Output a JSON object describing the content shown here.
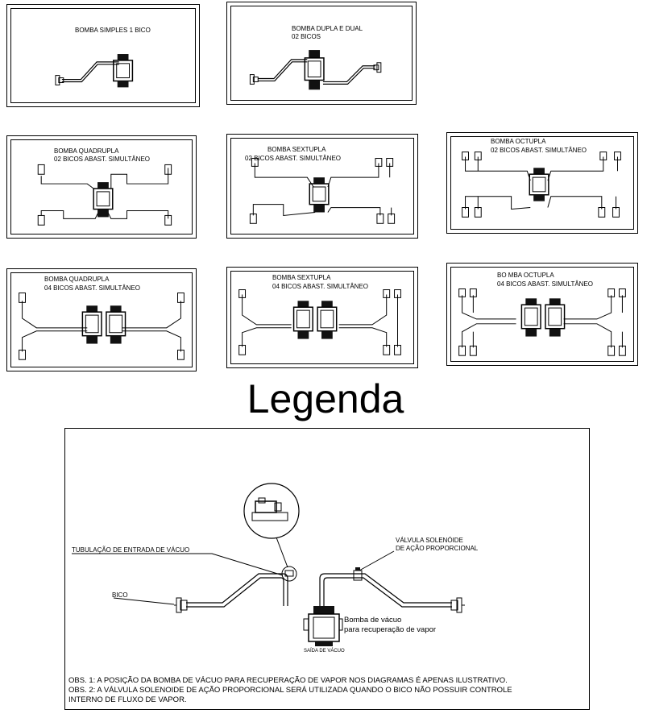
{
  "panels": [
    {
      "id": "p1",
      "line1": "BOMBA SIMPLES 1 BICO",
      "line2": ""
    },
    {
      "id": "p2",
      "line1": "BOMBA DUPLA E DUAL",
      "line2": "02 BICOS"
    },
    {
      "id": "p3",
      "line1": "BOMBA QUADRUPLA",
      "line2": "02 BICOS ABAST. SIMULTÂNEO"
    },
    {
      "id": "p4",
      "line1": "BOMBA SEXTUPLA",
      "line2": "02 BICOS ABAST. SIMULTÂNEO"
    },
    {
      "id": "p5",
      "line1": "BOMBA OCTUPLA",
      "line2": "02 BICOS ABAST. SIMULTÂNEO"
    },
    {
      "id": "p6",
      "line1": "BOMBA QUADRUPLA",
      "line2": "04 BICOS ABAST. SIMULTÂNEO"
    },
    {
      "id": "p7",
      "line1": "BOMBA SEXTUPLA",
      "line2": "04 BICOS ABAST. SIMULTÂNEO"
    },
    {
      "id": "p8",
      "line1": "BO MBA OCTUPLA",
      "line2": "04 BICOS ABAST. SIMULTÂNEO"
    }
  ],
  "legend": {
    "title": "Legenda",
    "tubulacao": "TUBULAÇÃO DE ENTRADA DE VÁCUO",
    "valvula_1": "VÁLVULA SOLENÓIDE",
    "valvula_2": "DE AÇÃO PROPORCIONAL",
    "bico": "BICO",
    "bomba_1": "Bomba de vácuo",
    "bomba_2": "para recuperação de vapor",
    "saida": "SAÍDA DE VÁCUO",
    "obs1": "OBS. 1: A POSIÇÃO DA BOMBA DE VÁCUO PARA RECUPERAÇÃO DE VAPOR NOS DIAGRAMAS É APENAS ILUSTRATIVO.",
    "obs2": "OBS. 2: A VÁLVULA SOLENOIDE DE AÇÃO PROPORCIONAL SERÁ UTILIZADA QUANDO O BICO NÃO POSSUIR CONTROLE",
    "obs3": "INTERNO DE FLUXO DE VAPOR."
  }
}
